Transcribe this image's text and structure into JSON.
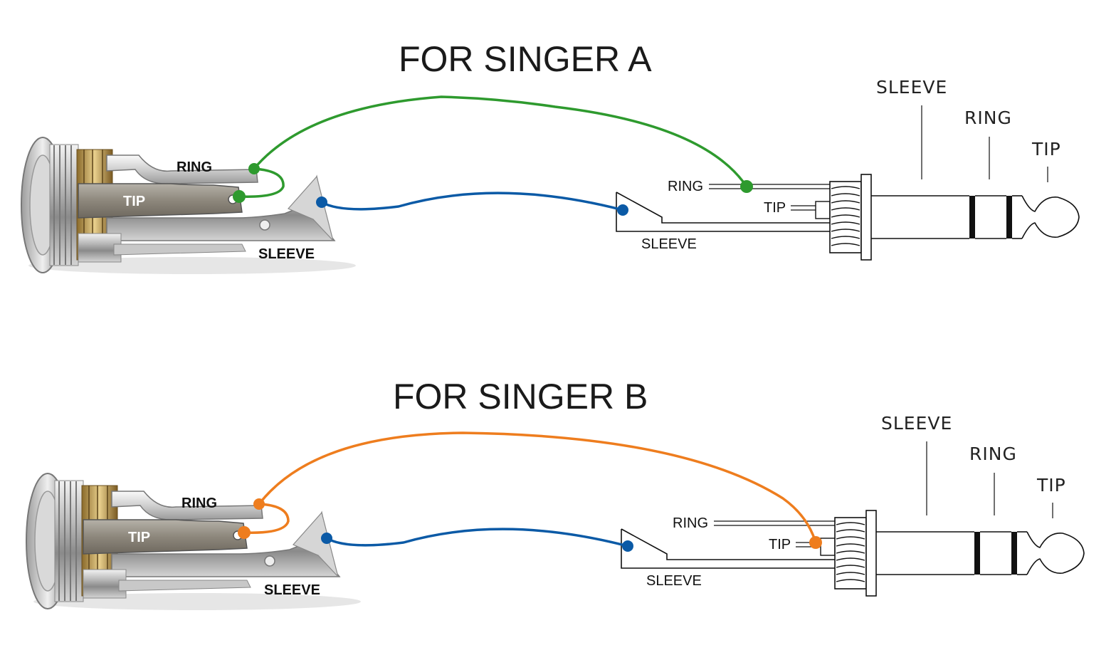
{
  "panels": [
    {
      "id": "a",
      "title": "FOR SINGER A",
      "jack_labels": {
        "ring": "RING",
        "tip": "TIP",
        "sleeve": "SLEEVE"
      },
      "socket_labels": {
        "ring": "RING",
        "tip": "TIP",
        "sleeve": "SLEEVE"
      },
      "plug_labels": {
        "sleeve": "SLEEVE",
        "ring": "RING",
        "tip": "TIP"
      },
      "wire_colors": {
        "signal": "#2e9a2e",
        "ground": "#0b5aa6"
      }
    },
    {
      "id": "b",
      "title": "FOR SINGER B",
      "jack_labels": {
        "ring": "RING",
        "tip": "TIP",
        "sleeve": "SLEEVE"
      },
      "socket_labels": {
        "ring": "RING",
        "tip": "TIP",
        "sleeve": "SLEEVE"
      },
      "plug_labels": {
        "sleeve": "SLEEVE",
        "ring": "RING",
        "tip": "TIP"
      },
      "wire_colors": {
        "signal": "#ee7d1e",
        "ground": "#0b5aa6"
      }
    }
  ],
  "icons": {
    "jack_photo": "stereo-jack-photo-icon",
    "plug": "trs-plug-icon"
  }
}
